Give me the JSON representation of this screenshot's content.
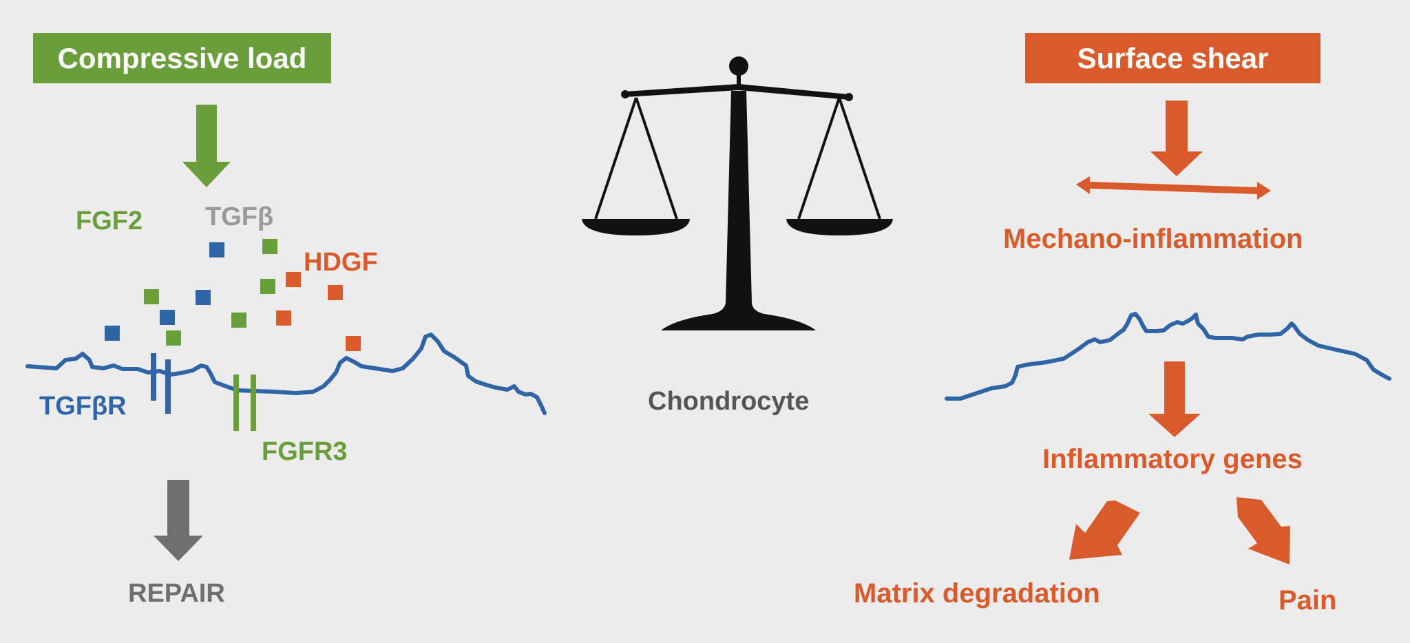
{
  "colors": {
    "green": "#6a9e3b",
    "blue": "#2f64a6",
    "orange": "#d95b2b",
    "gray": "#6f6f6f",
    "light_gray": "#9a9a9a",
    "black": "#111111",
    "background": "#ececec"
  },
  "left": {
    "title": "Compressive load",
    "labels": {
      "fgf2": "FGF2",
      "tgfb": "TGFβ",
      "hdgf": "HDGF",
      "tgfbr": "TGFβR",
      "fgfr3": "FGFR3",
      "repair": "REPAIR"
    }
  },
  "center": {
    "icon": "balance-scale-icon",
    "label": "Chondrocyte"
  },
  "right": {
    "title": "Surface shear",
    "labels": {
      "mechano": "Mechano-inflammation",
      "genes": "Inflammatory genes",
      "matrix": "Matrix degradation",
      "pain": "Pain"
    }
  }
}
